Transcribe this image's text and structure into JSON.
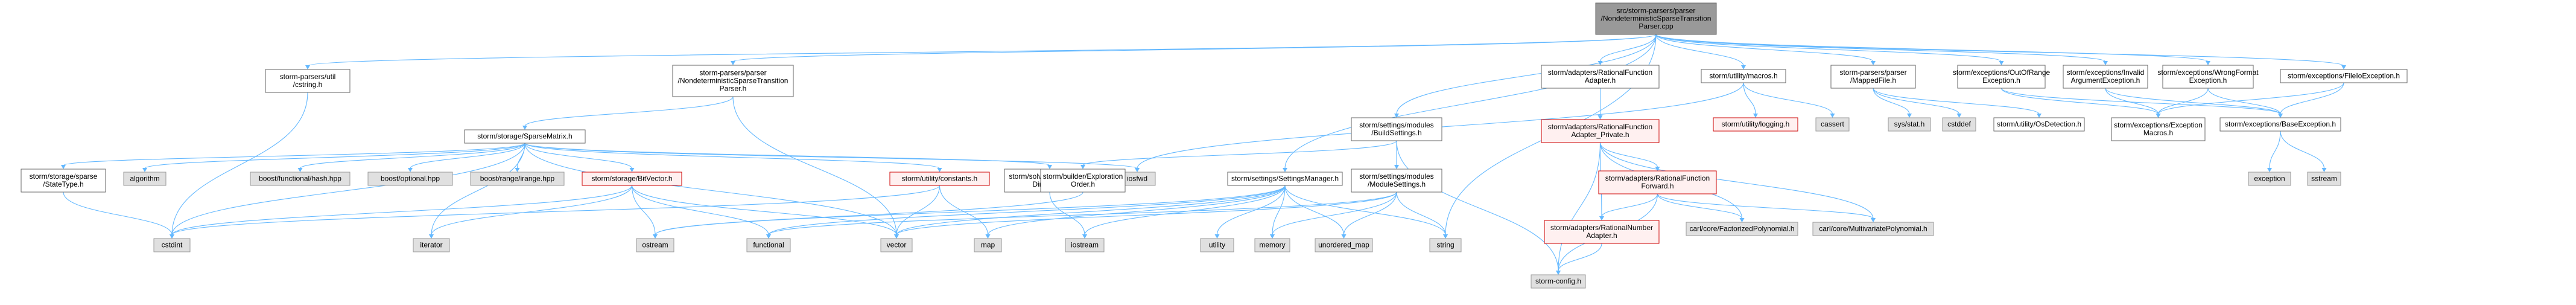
{
  "colors": {
    "root_fill": "#999999",
    "root_border": "#666666",
    "normal_fill": "#ffffff",
    "normal_border": "#666666",
    "red_fill": "#fff0f0",
    "red_border": "#cc0000",
    "gray_fill": "#e0e0e0",
    "gray_border": "#999999",
    "edge": "#63b8ff"
  },
  "nodes": [
    {
      "id": "root",
      "style": "root",
      "lines": [
        "src/storm-parsers/parser",
        "/NondeterministicSparseTransition",
        "Parser.cpp"
      ]
    },
    {
      "id": "cstring",
      "style": "normal",
      "lines": [
        "storm-parsers/util",
        "/cstring.h"
      ]
    },
    {
      "id": "ndparser",
      "style": "normal",
      "lines": [
        "storm-parsers/parser",
        "/NondeterministicSparseTransition",
        "Parser.h"
      ]
    },
    {
      "id": "sparsematrix",
      "style": "normal",
      "lines": [
        "storm/storage/SparseMatrix.h"
      ]
    },
    {
      "id": "statetype",
      "style": "normal",
      "lines": [
        "storm/storage/sparse",
        "/StateType.h"
      ]
    },
    {
      "id": "algorithm",
      "style": "gray",
      "lines": [
        "algorithm"
      ]
    },
    {
      "id": "boosthash",
      "style": "gray",
      "lines": [
        "boost/functional/hash.hpp"
      ]
    },
    {
      "id": "boostoptional",
      "style": "gray",
      "lines": [
        "boost/optional.hpp"
      ]
    },
    {
      "id": "boostrange",
      "style": "gray",
      "lines": [
        "boost/range/irange.hpp"
      ]
    },
    {
      "id": "bitvector",
      "style": "red",
      "lines": [
        "storm/storage/BitVector.h"
      ]
    },
    {
      "id": "constants",
      "style": "red",
      "lines": [
        "storm/utility/constants.h"
      ]
    },
    {
      "id": "optdir",
      "style": "normal",
      "lines": [
        "storm/solver/Optimization",
        "Direction.h"
      ]
    },
    {
      "id": "iosfwd",
      "style": "gray",
      "lines": [
        "iosfwd"
      ]
    },
    {
      "id": "cstdint",
      "style": "gray",
      "lines": [
        "cstdint"
      ]
    },
    {
      "id": "iterator",
      "style": "gray",
      "lines": [
        "iterator"
      ]
    },
    {
      "id": "ostream",
      "style": "gray",
      "lines": [
        "ostream"
      ]
    },
    {
      "id": "functional",
      "style": "gray",
      "lines": [
        "functional"
      ]
    },
    {
      "id": "vector",
      "style": "gray",
      "lines": [
        "vector"
      ]
    },
    {
      "id": "map",
      "style": "gray",
      "lines": [
        "map"
      ]
    },
    {
      "id": "iostream",
      "style": "gray",
      "lines": [
        "iostream"
      ]
    },
    {
      "id": "settingsmanager",
      "style": "normal",
      "lines": [
        "storm/settings/SettingsManager.h"
      ]
    },
    {
      "id": "utility",
      "style": "gray",
      "lines": [
        "utility"
      ]
    },
    {
      "id": "memory",
      "style": "gray",
      "lines": [
        "memory"
      ]
    },
    {
      "id": "unorderedmap",
      "style": "gray",
      "lines": [
        "unordered_map"
      ]
    },
    {
      "id": "string",
      "style": "gray",
      "lines": [
        "string"
      ]
    },
    {
      "id": "buildsettings",
      "style": "normal",
      "lines": [
        "storm/settings/modules",
        "/BuildSettings.h"
      ]
    },
    {
      "id": "builderexpl",
      "style": "normal",
      "lines": [
        "storm/builder/Exploration",
        "Order.h"
      ]
    },
    {
      "id": "modulesettings",
      "style": "normal",
      "lines": [
        "storm/settings/modules",
        "/ModuleSettings.h"
      ]
    },
    {
      "id": "ratfuncadapter",
      "style": "normal",
      "lines": [
        "storm/adapters/RationalFunction",
        "Adapter.h"
      ]
    },
    {
      "id": "ratfuncprivate",
      "style": "red",
      "lines": [
        "storm/adapters/RationalFunction",
        "Adapter_Private.h"
      ]
    },
    {
      "id": "ratfuncforward",
      "style": "red",
      "lines": [
        "storm/adapters/RationalFunction",
        "Forward.h"
      ]
    },
    {
      "id": "ratnumadapter",
      "style": "red",
      "lines": [
        "storm/adapters/RationalNumber",
        "Adapter.h"
      ]
    },
    {
      "id": "stormconfig",
      "style": "gray",
      "lines": [
        "storm-config.h"
      ]
    },
    {
      "id": "factorized",
      "style": "gray",
      "lines": [
        "carl/core/FactorizedPolynomial.h"
      ]
    },
    {
      "id": "multivariate",
      "style": "gray",
      "lines": [
        "carl/core/MultivariatePolynomial.h"
      ]
    },
    {
      "id": "macros",
      "style": "normal",
      "lines": [
        "storm/utility/macros.h"
      ]
    },
    {
      "id": "logging",
      "style": "red",
      "lines": [
        "storm/utility/logging.h"
      ]
    },
    {
      "id": "cassert",
      "style": "gray",
      "lines": [
        "cassert"
      ]
    },
    {
      "id": "mappedfile",
      "style": "normal",
      "lines": [
        "storm-parsers/parser",
        "/MappedFile.h"
      ]
    },
    {
      "id": "sysstat",
      "style": "gray",
      "lines": [
        "sys/stat.h"
      ]
    },
    {
      "id": "cstddef",
      "style": "gray",
      "lines": [
        "cstddef"
      ]
    },
    {
      "id": "osdetection",
      "style": "normal",
      "lines": [
        "storm/utility/OsDetection.h"
      ]
    },
    {
      "id": "outofrange",
      "style": "normal",
      "lines": [
        "storm/exceptions/OutOfRange",
        "Exception.h"
      ]
    },
    {
      "id": "invalidarg",
      "style": "normal",
      "lines": [
        "storm/exceptions/Invalid",
        "ArgumentException.h"
      ]
    },
    {
      "id": "wrongformat",
      "style": "normal",
      "lines": [
        "storm/exceptions/WrongFormat",
        "Exception.h"
      ]
    },
    {
      "id": "fileio",
      "style": "normal",
      "lines": [
        "storm/exceptions/FileIoException.h"
      ]
    },
    {
      "id": "exceptionmacros",
      "style": "normal",
      "lines": [
        "storm/exceptions/Exception",
        "Macros.h"
      ]
    },
    {
      "id": "baseexception",
      "style": "normal",
      "lines": [
        "storm/exceptions/BaseException.h"
      ]
    },
    {
      "id": "exception",
      "style": "gray",
      "lines": [
        "exception"
      ]
    },
    {
      "id": "sstream",
      "style": "gray",
      "lines": [
        "sstream"
      ]
    }
  ],
  "edges": [
    [
      "root",
      "cstring"
    ],
    [
      "root",
      "ndparser"
    ],
    [
      "root",
      "settingsmanager"
    ],
    [
      "root",
      "buildsettings"
    ],
    [
      "root",
      "ratfuncadapter"
    ],
    [
      "root",
      "macros"
    ],
    [
      "root",
      "mappedfile"
    ],
    [
      "root",
      "outofrange"
    ],
    [
      "root",
      "invalidarg"
    ],
    [
      "root",
      "wrongformat"
    ],
    [
      "root",
      "fileio"
    ],
    [
      "root",
      "string"
    ],
    [
      "cstring",
      "cstdint"
    ],
    [
      "ndparser",
      "sparsematrix"
    ],
    [
      "ndparser",
      "vector"
    ],
    [
      "sparsematrix",
      "statetype"
    ],
    [
      "sparsematrix",
      "algorithm"
    ],
    [
      "sparsematrix",
      "boosthash"
    ],
    [
      "sparsematrix",
      "boostoptional"
    ],
    [
      "sparsematrix",
      "boostrange"
    ],
    [
      "sparsematrix",
      "bitvector"
    ],
    [
      "sparsematrix",
      "constants"
    ],
    [
      "sparsematrix",
      "optdir"
    ],
    [
      "sparsematrix",
      "iosfwd"
    ],
    [
      "sparsematrix",
      "cstdint"
    ],
    [
      "sparsematrix",
      "iterator"
    ],
    [
      "sparsematrix",
      "vector"
    ],
    [
      "statetype",
      "cstdint"
    ],
    [
      "bitvector",
      "cstdint"
    ],
    [
      "bitvector",
      "ostream"
    ],
    [
      "bitvector",
      "iterator"
    ],
    [
      "bitvector",
      "functional"
    ],
    [
      "bitvector",
      "vector"
    ],
    [
      "constants",
      "vector"
    ],
    [
      "constants",
      "map"
    ],
    [
      "constants",
      "cstdint"
    ],
    [
      "optdir",
      "iostream"
    ],
    [
      "settingsmanager",
      "vector"
    ],
    [
      "settingsmanager",
      "memory"
    ],
    [
      "settingsmanager",
      "utility"
    ],
    [
      "settingsmanager",
      "unorderedmap"
    ],
    [
      "settingsmanager",
      "string"
    ],
    [
      "settingsmanager",
      "map"
    ],
    [
      "settingsmanager",
      "functional"
    ],
    [
      "settingsmanager",
      "iostream"
    ],
    [
      "settingsmanager",
      "ostream"
    ],
    [
      "buildsettings",
      "builderexpl"
    ],
    [
      "buildsettings",
      "modulesettings"
    ],
    [
      "buildsettings",
      "stormconfig"
    ],
    [
      "builderexpl",
      "ostream"
    ],
    [
      "modulesettings",
      "vector"
    ],
    [
      "modulesettings",
      "memory"
    ],
    [
      "modulesettings",
      "unorderedmap"
    ],
    [
      "modulesettings",
      "string"
    ],
    [
      "modulesettings",
      "functional"
    ],
    [
      "ratfuncadapter",
      "ratfuncprivate"
    ],
    [
      "ratfuncprivate",
      "ratfuncforward"
    ],
    [
      "ratfuncprivate",
      "ratnumadapter"
    ],
    [
      "ratfuncprivate",
      "stormconfig"
    ],
    [
      "ratfuncprivate",
      "factorized"
    ],
    [
      "ratfuncprivate",
      "multivariate"
    ],
    [
      "ratfuncforward",
      "ratnumadapter"
    ],
    [
      "ratfuncforward",
      "stormconfig"
    ],
    [
      "ratfuncforward",
      "factorized"
    ],
    [
      "ratfuncforward",
      "multivariate"
    ],
    [
      "ratnumadapter",
      "stormconfig"
    ],
    [
      "macros",
      "logging"
    ],
    [
      "macros",
      "cassert"
    ],
    [
      "macros",
      "iosfwd"
    ],
    [
      "mappedfile",
      "sysstat"
    ],
    [
      "mappedfile",
      "cstddef"
    ],
    [
      "mappedfile",
      "osdetection"
    ],
    [
      "outofrange",
      "exceptionmacros"
    ],
    [
      "outofrange",
      "baseexception"
    ],
    [
      "invalidarg",
      "exceptionmacros"
    ],
    [
      "invalidarg",
      "baseexception"
    ],
    [
      "wrongformat",
      "exceptionmacros"
    ],
    [
      "wrongformat",
      "baseexception"
    ],
    [
      "fileio",
      "exceptionmacros"
    ],
    [
      "fileio",
      "baseexception"
    ],
    [
      "baseexception",
      "exception"
    ],
    [
      "baseexception",
      "sstream"
    ]
  ]
}
